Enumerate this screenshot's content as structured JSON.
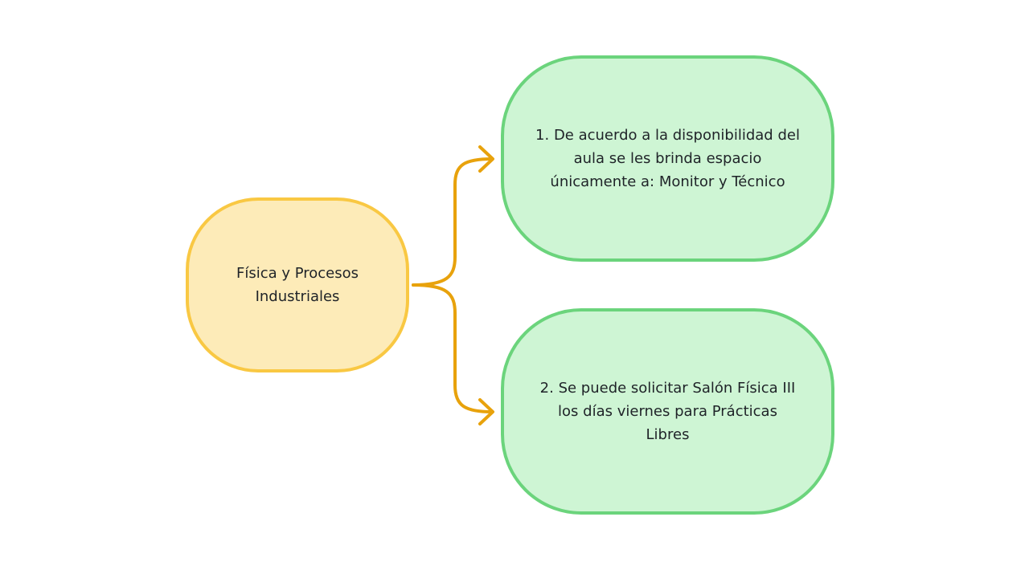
{
  "diagram": {
    "root": {
      "label": "Física y Procesos\nIndustriales"
    },
    "children": [
      {
        "label": "1. De acuerdo a la disponibilidad del\naula se les brinda espacio\núnicamente a: Monitor y Técnico"
      },
      {
        "label": "2. Se puede solicitar Salón Física III\nlos días viernes para Prácticas\nLibres"
      }
    ],
    "colors": {
      "root_fill": "#fdebb8",
      "root_border": "#f9c843",
      "child_fill": "#cef5d4",
      "child_border": "#6bd47c",
      "connector": "#e8a20c",
      "text": "#1f2328"
    }
  }
}
